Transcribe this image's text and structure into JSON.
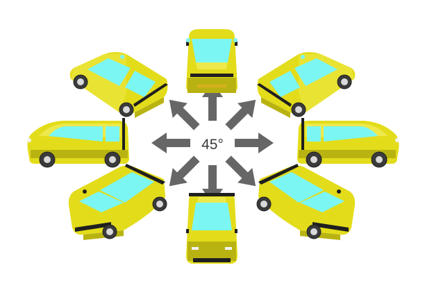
{
  "center": {
    "angle_label": "45°"
  },
  "colors": {
    "body": "#e3dc1a",
    "body_light": "#eee94a",
    "body_dark": "#b9b312",
    "body_shadow": "#9a9410",
    "glass": "#7cf6f2",
    "glass_dark": "#52dad6",
    "black": "#1f1f1f",
    "arrow": "#666666",
    "wheel": "#3a3a3a",
    "hub": "#d9d9d9"
  },
  "cars": [
    {
      "view": "front"
    },
    {
      "view": "front-right"
    },
    {
      "view": "right"
    },
    {
      "view": "rear-right"
    },
    {
      "view": "rear"
    },
    {
      "view": "rear-left"
    },
    {
      "view": "left"
    },
    {
      "view": "front-left"
    }
  ]
}
